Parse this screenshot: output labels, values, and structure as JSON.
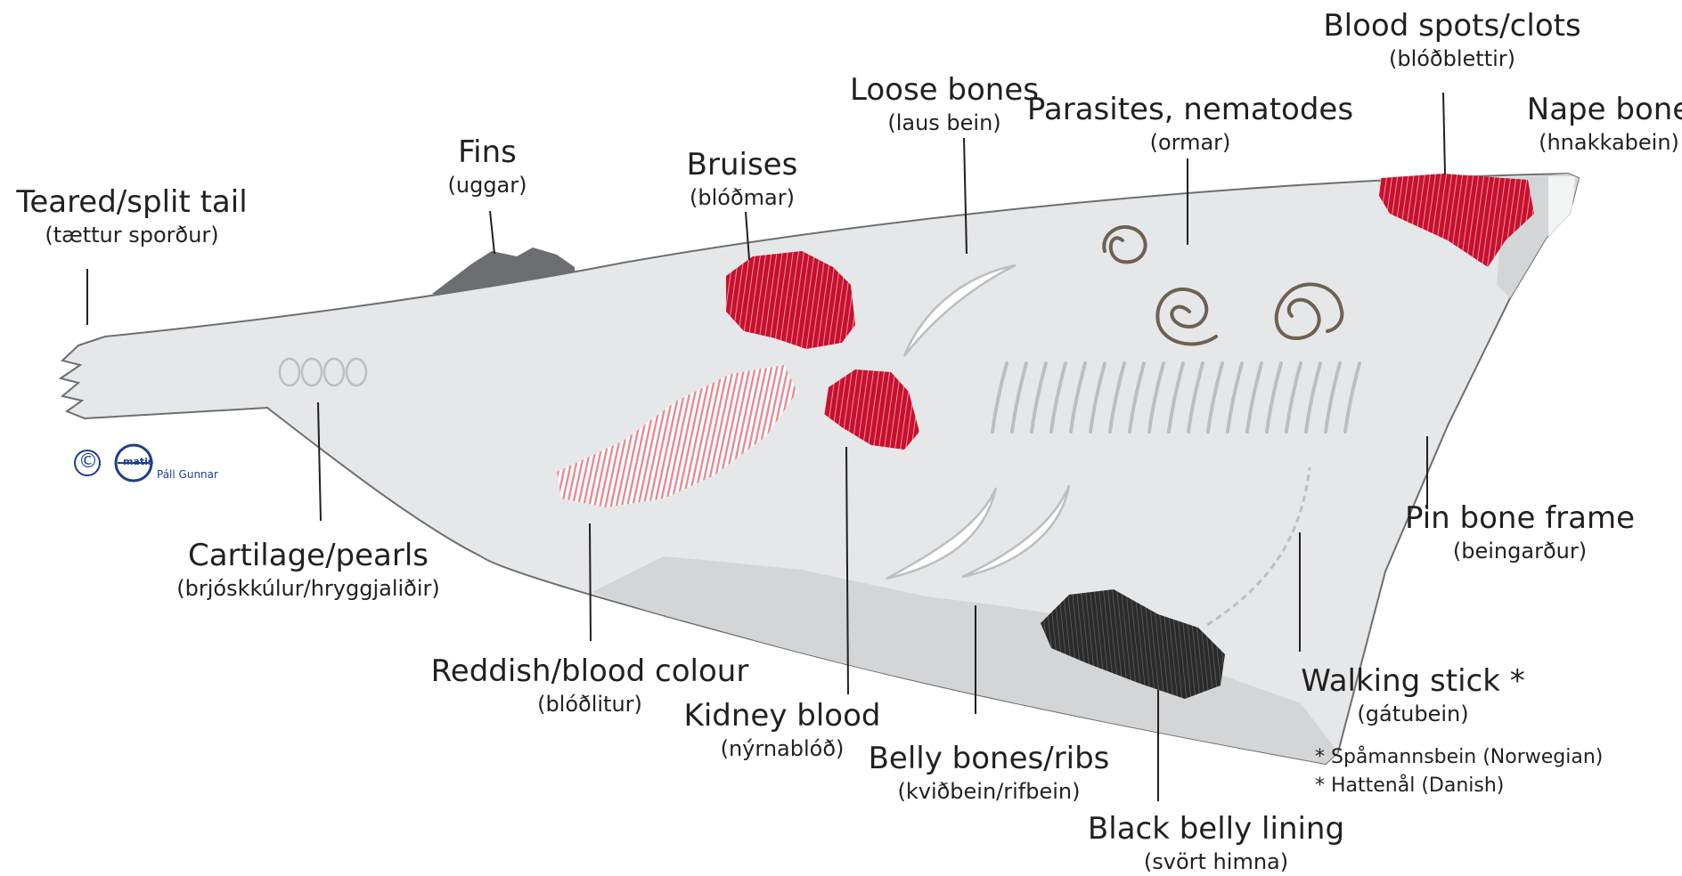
{
  "labels": {
    "tail": {
      "en": "Teared/split tail",
      "is": "(tættur sporður)"
    },
    "fins": {
      "en": "Fins",
      "is": "(uggar)"
    },
    "bruises": {
      "en": "Bruises",
      "is": "(blóðmar)"
    },
    "loose": {
      "en": "Loose bones",
      "is": "(laus bein)"
    },
    "parasites": {
      "en": "Parasites, nematodes",
      "is": "(ormar)"
    },
    "bloodspots": {
      "en": "Blood spots/clots",
      "is": "(blóðblettir)"
    },
    "nape": {
      "en": "Nape bone",
      "is": "(hnakkabein)"
    },
    "cartilage": {
      "en": "Cartilage/pearls",
      "is": "(brjóskkúlur/hryggjaliðir)"
    },
    "reddish": {
      "en": "Reddish/blood colour",
      "is": "(blóðlitur)"
    },
    "kidney": {
      "en": "Kidney blood",
      "is": "(nýrnablóð)"
    },
    "belly": {
      "en": "Belly bones/ribs",
      "is": "(kviðbein/rifbein)"
    },
    "black": {
      "en": "Black belly lining",
      "is": "(svört himna)"
    },
    "pinbone": {
      "en": "Pin bone frame",
      "is": "(beingarður)"
    },
    "walking": {
      "en": "Walking stick *",
      "is": "(gátubein)"
    }
  },
  "notes": {
    "norwegian": "* Spåmannsbein (Norwegian)",
    "danish": "* Hattenål (Danish)"
  },
  "credit": {
    "copyright": "©",
    "logo": "matis",
    "author": "Páll Gunnar"
  },
  "colors": {
    "fillet": "#e6e7e8",
    "fillet_shadow": "#d4d5d6",
    "outline": "#6d6e71",
    "blood": "#c8102e",
    "reddish": "#e48a93",
    "black_lining": "#2b2b2b",
    "fins": "#6d6e71",
    "parasite": "#6d6151",
    "bone": "#bcbec0"
  }
}
